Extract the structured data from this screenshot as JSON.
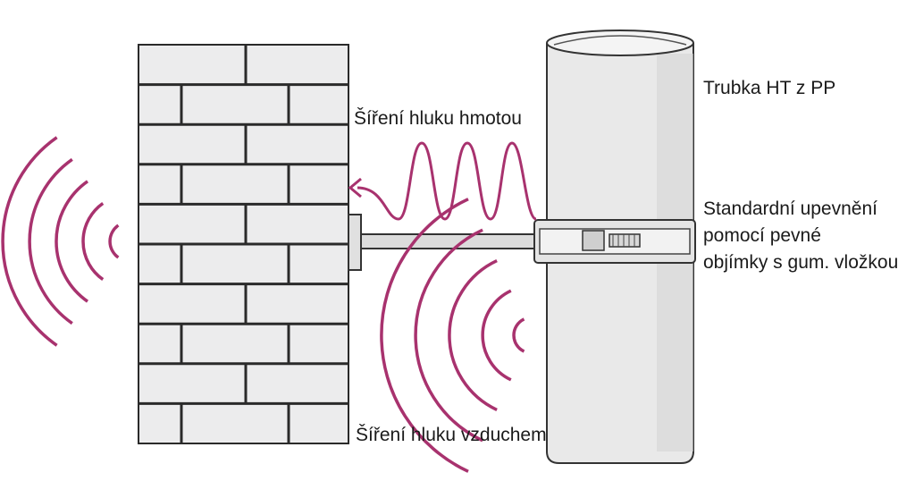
{
  "labels": {
    "pipe": "Trubka HT z PP",
    "structure_borne": "Šíření hluku hmotou",
    "airborne": "Šíření hluku vzduchem",
    "clamp": [
      "Standardní upevnění",
      "pomocí pevné",
      "objímky s gum. vložkou"
    ]
  },
  "colors": {
    "wave": "#a8326e",
    "brick_fill": "#ececed",
    "brick_line": "#2a2a2a",
    "pipe_fill": "#e9e9e9",
    "outline": "#333333"
  },
  "icons": {
    "left_waves": "sound-wave-arcs",
    "bottom_waves": "sound-wave-arcs",
    "arrow": "arrow-left-icon"
  }
}
